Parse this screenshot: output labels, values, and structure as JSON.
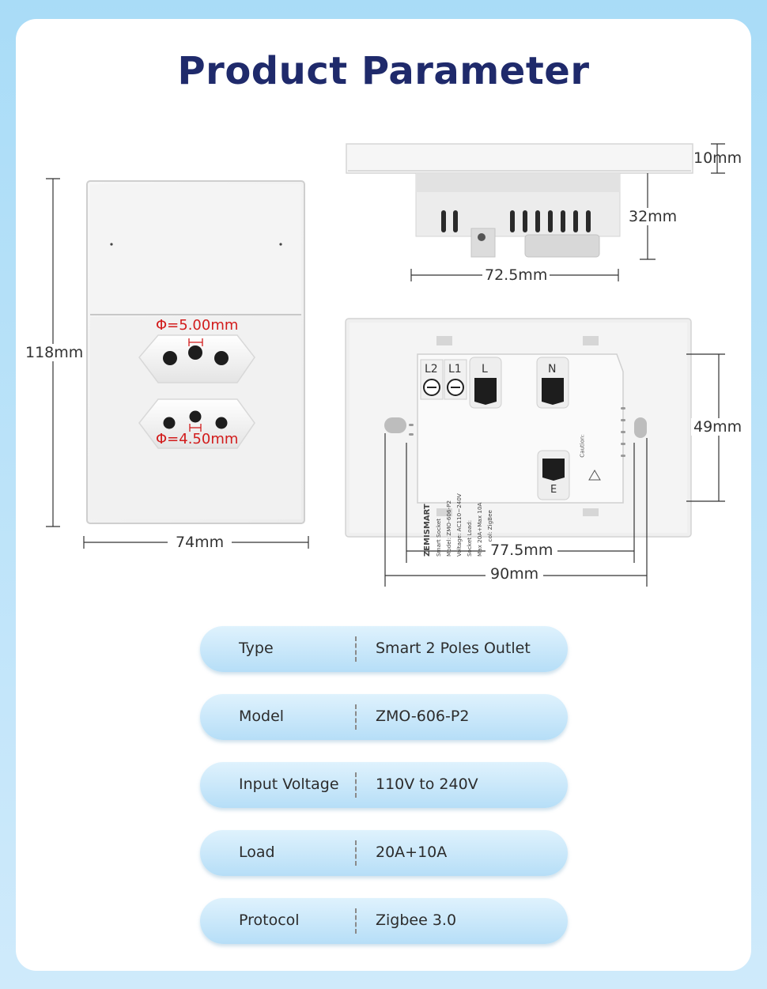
{
  "title": "Product Parameter",
  "dimensions": {
    "height_front": "118mm",
    "width_front": "74mm",
    "hole_large": "Φ=5.00mm",
    "hole_small": "Φ=4.50mm",
    "plate_thickness": "10mm",
    "body_depth": "32mm",
    "body_width_side": "72.5mm",
    "back_height": "49mm",
    "back_inner_width": "77.5mm",
    "back_outer_width": "90mm"
  },
  "back_label": {
    "brand": "ZEMISMART",
    "line1": "Smart Socket",
    "line2": "Model: ZMO-606-P2",
    "line3": "Voltage: AC110~240V",
    "line4": "Socket Load:",
    "line5": "Max 20A+Max 10A",
    "line6": "Protocol: ZigBee",
    "terminal_l2": "L2",
    "terminal_l1": "L1",
    "terminal_l": "L",
    "terminal_n": "N",
    "terminal_e": "E",
    "caution": "Caution:"
  },
  "specs": [
    {
      "label": "Type",
      "value": "Smart 2 Poles Outlet"
    },
    {
      "label": "Model",
      "value": "ZMO-606-P2"
    },
    {
      "label": "Input Voltage",
      "value": "110V to 240V"
    },
    {
      "label": "Load",
      "value": "20A+10A"
    },
    {
      "label": "Protocol",
      "value": "Zigbee 3.0"
    }
  ]
}
